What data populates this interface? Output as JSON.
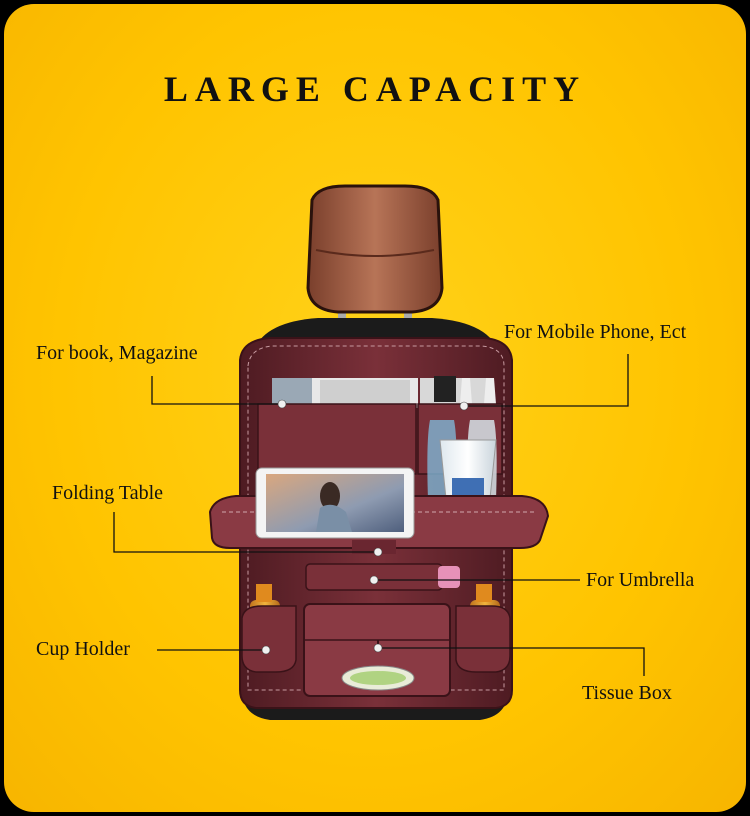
{
  "title": "LARGE CAPACITY",
  "labels": {
    "book": "For book, Magazine",
    "phone": "For Mobile Phone, Ect",
    "table": "Folding Table",
    "umbrella": "For Umbrella",
    "cup": "Cup Holder",
    "tissue": "Tissue Box"
  },
  "colors": {
    "background": "#ffc400",
    "leather": "#6e2a33",
    "headrest": "#a8644a",
    "text": "#111111"
  }
}
